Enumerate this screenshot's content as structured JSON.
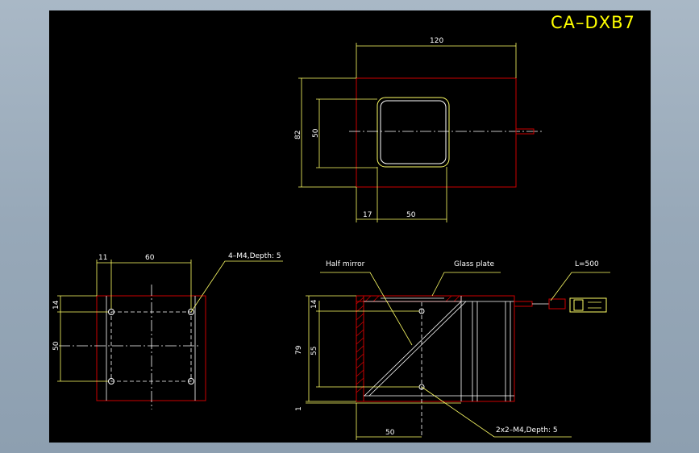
{
  "drawing": {
    "title": "CA–DXB7",
    "colors": {
      "background": "#000000",
      "frame": "#9fb0c0",
      "outline": "#cc0000",
      "dimension": "#ffff66",
      "text": "#ffffff"
    },
    "top_view": {
      "width": "120",
      "height": "82",
      "window_height": "50",
      "offset": "17",
      "window_width": "50"
    },
    "front_view": {
      "margin": "11",
      "hole_spacing_x": "60",
      "offset_top": "14",
      "hole_spacing_y": "50",
      "note": "4–M4,Depth: 5"
    },
    "side_view": {
      "label_half_mirror": "Half mirror",
      "label_glass_plate": "Glass plate",
      "label_cable": "L=500",
      "offset_top": "14",
      "height_inner": "55",
      "height_total": "79",
      "offset_bottom": "1",
      "bottom_width": "50",
      "note": "2x2–M4,Depth: 5"
    }
  }
}
